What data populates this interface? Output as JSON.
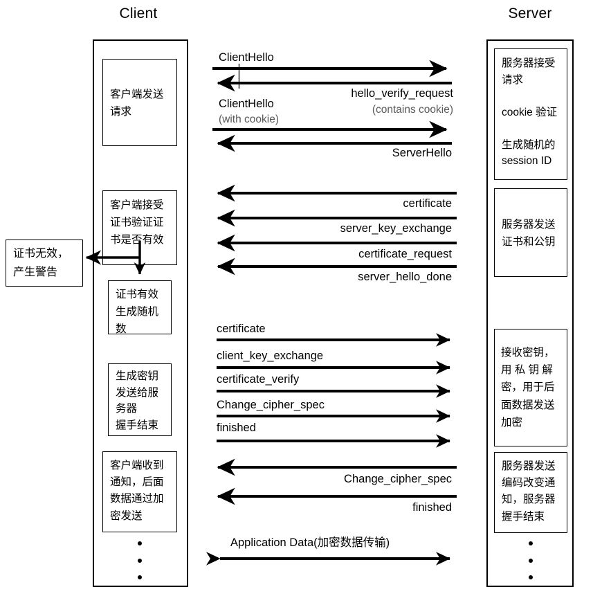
{
  "diagram": {
    "title_client": "Client",
    "title_server": "Server",
    "type": "sequence-diagram",
    "subject": "DTLS / TLS handshake"
  },
  "client": {
    "notes": [
      {
        "id": "client-note-request",
        "text": "客户端发送\n请求"
      },
      {
        "id": "client-note-verify-cert",
        "text": "客户端接受\n证书验证证\n书是否有效"
      },
      {
        "id": "client-note-cert-valid",
        "text": "证书有效\n生成随机\n数"
      },
      {
        "id": "client-note-gen-key",
        "text": "生成密钥\n发送给服\n务器\n握手结束"
      },
      {
        "id": "client-note-notified",
        "text": "客户端收到\n通知，后面\n数据通过加\n密发送"
      }
    ],
    "ellipsis_dots": 3
  },
  "alert": {
    "id": "cert-invalid-alert",
    "text": "证书无效，\n产生警告"
  },
  "server": {
    "notes": [
      {
        "id": "server-note-accept",
        "text": "服务器接受\n请求\n\ncookie 验证\n\n生成随机的\nsession ID"
      },
      {
        "id": "server-note-send-cert",
        "text": "服务器发送\n证书和公钥"
      },
      {
        "id": "server-note-recv-key",
        "text": "接收密钥，\n用 私 钥 解\n密，用于后\n面数据发送\n加密"
      },
      {
        "id": "server-note-change-cipher",
        "text": "服务器发送\n编码改变通\n知，服务器\n握手结束"
      }
    ],
    "ellipsis_dots": 3
  },
  "messages": [
    {
      "id": "msg-client-hello-1",
      "label": "ClientHello",
      "sub": "",
      "dir": "right"
    },
    {
      "id": "msg-hello-verify-request",
      "label": "hello_verify_request",
      "sub": "(contains cookie)",
      "dir": "left"
    },
    {
      "id": "msg-client-hello-cookie",
      "label": "ClientHello",
      "sub": "(with cookie)",
      "dir": "right"
    },
    {
      "id": "msg-server-hello",
      "label": "ServerHello",
      "sub": "",
      "dir": "left"
    },
    {
      "id": "msg-certificate-s",
      "label": "certificate",
      "sub": "",
      "dir": "left"
    },
    {
      "id": "msg-server-key-exchange",
      "label": "server_key_exchange",
      "sub": "",
      "dir": "left"
    },
    {
      "id": "msg-certificate-request",
      "label": "certificate_request",
      "sub": "",
      "dir": "left"
    },
    {
      "id": "msg-server-hello-done",
      "label": "server_hello_done",
      "sub": "",
      "dir": "left"
    },
    {
      "id": "msg-certificate-c",
      "label": "certificate",
      "sub": "",
      "dir": "right"
    },
    {
      "id": "msg-client-key-exchange",
      "label": "client_key_exchange",
      "sub": "",
      "dir": "right"
    },
    {
      "id": "msg-certificate-verify",
      "label": "certificate_verify",
      "sub": "",
      "dir": "right"
    },
    {
      "id": "msg-change-cipher-spec-c",
      "label": "Change_cipher_spec",
      "sub": "",
      "dir": "right"
    },
    {
      "id": "msg-finished-c",
      "label": "finished",
      "sub": "",
      "dir": "right"
    },
    {
      "id": "msg-change-cipher-spec-s",
      "label": "Change_cipher_spec",
      "sub": "",
      "dir": "left"
    },
    {
      "id": "msg-finished-s",
      "label": "finished",
      "sub": "",
      "dir": "left"
    },
    {
      "id": "msg-application-data",
      "label": "Application Data(加密数据传输)",
      "sub": "",
      "dir": "both"
    }
  ],
  "colors": {
    "stroke": "#000000",
    "background": "#ffffff",
    "sub_label": "#595959"
  }
}
